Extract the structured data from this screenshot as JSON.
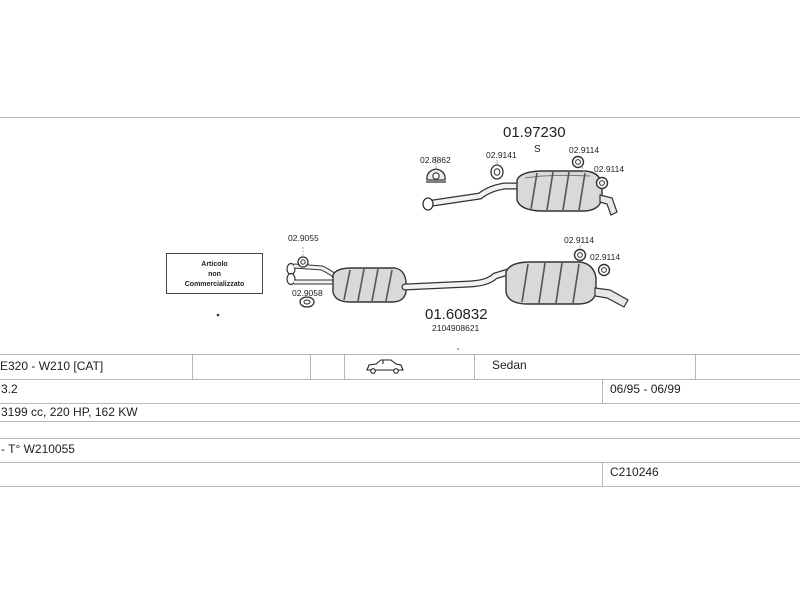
{
  "diagram": {
    "upper_assembly": {
      "part_number": "01.97230",
      "suffix": "S",
      "parts": [
        "02.8862",
        "02.9141",
        "02.9114",
        "02.9114"
      ]
    },
    "lower_assembly": {
      "part_number": "01.60832",
      "oem_number": "2104908621",
      "parts": [
        "02.9055",
        "02.9058",
        "02.9114",
        "02.9114"
      ]
    },
    "notice": {
      "line1": "Articolo",
      "line2": "non",
      "line3": "Commercializzato"
    }
  },
  "vehicle": {
    "model": "E320 - W210  [CAT]",
    "body_type": "Sedan",
    "engine_liters": "3.2",
    "production_period": "06/95 - 06/99",
    "engine_specs": "3199 cc, 220 HP, 162 KW",
    "type_code": "- T° W210055",
    "catalog_code": "C210246"
  },
  "icons": {
    "body_type_icon": "sedan-car-icon"
  },
  "colors": {
    "line": "#b0b0b0",
    "part_outline": "#333333",
    "part_shade": "#888888"
  }
}
